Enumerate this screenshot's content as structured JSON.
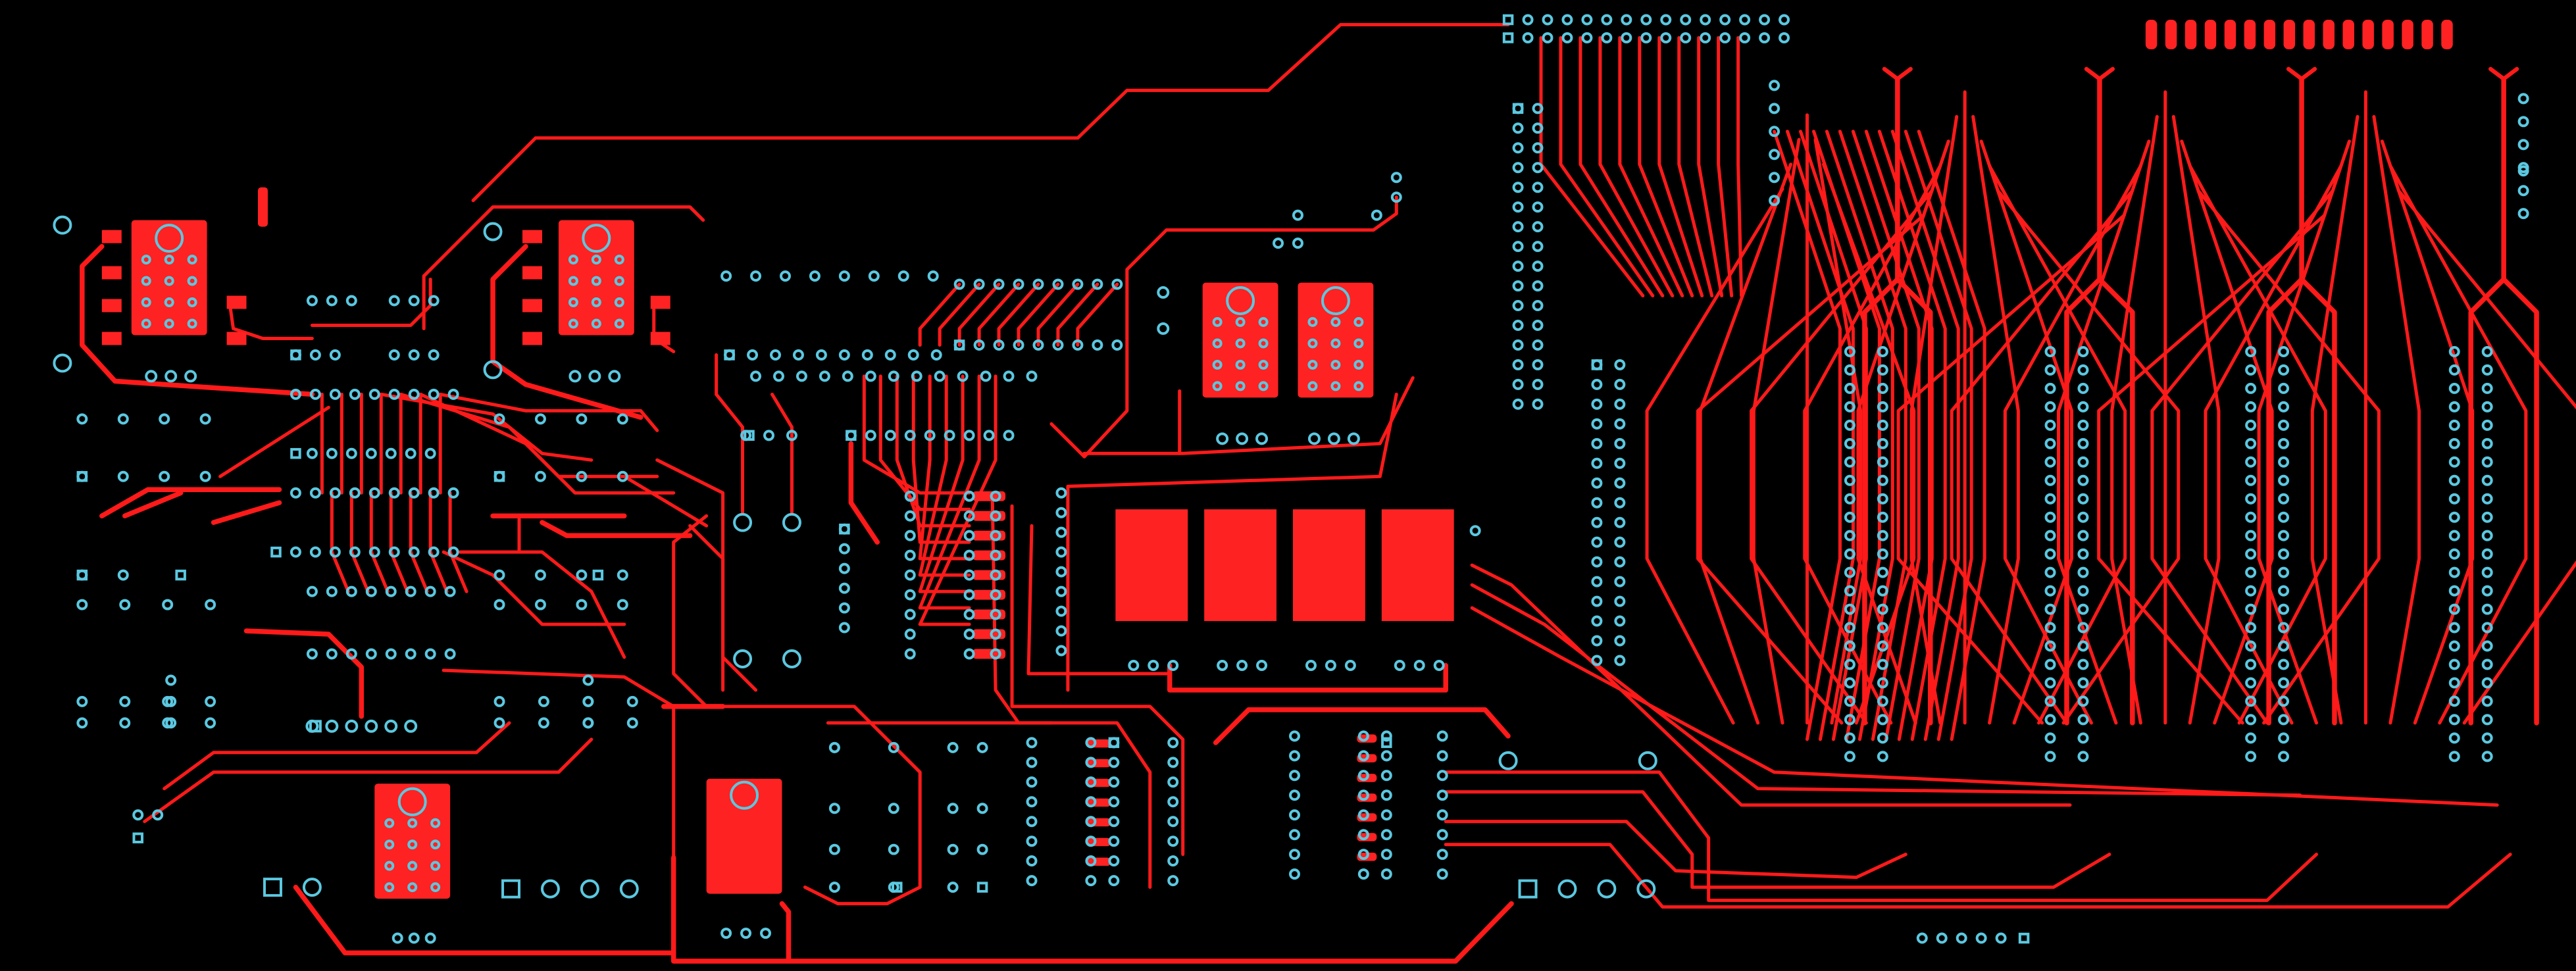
{
  "colors": {
    "background": "#000000",
    "copper_trace": "#ff1a1a",
    "copper_pad": "#ff2222",
    "drill_ring": "#5bc8e0"
  },
  "icons": {
    "trace": "red-line",
    "via": "cyan-ring",
    "square_pad": "cyan-square-ring",
    "smd_pad": "red-rect"
  }
}
